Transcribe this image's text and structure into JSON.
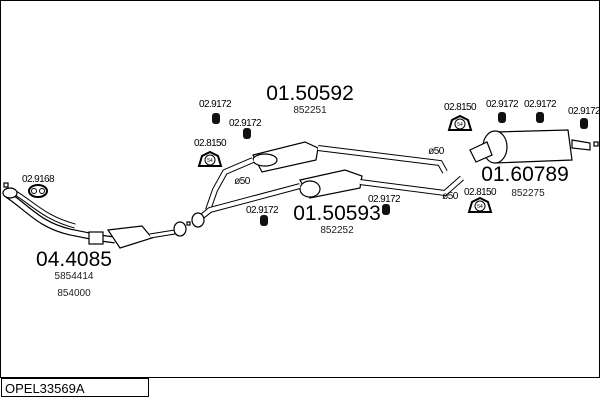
{
  "diagram_code": "OPEL33569A",
  "parts": {
    "front_pipe": {
      "number": "04.4085",
      "refs": [
        "5854414",
        "854000"
      ]
    },
    "center_silencer_upper": {
      "number": "01.50592",
      "ref": "852251"
    },
    "center_silencer_lower": {
      "number": "01.50593",
      "ref": "852252"
    },
    "rear_silencer": {
      "number": "01.60789",
      "ref": "852275"
    }
  },
  "fittings": [
    {
      "label": "02.9168",
      "type": "gasket"
    },
    {
      "label": "02.9172",
      "type": "clamp"
    },
    {
      "label": "02.9172",
      "type": "clamp"
    },
    {
      "label": "02.8150",
      "type": "hanger",
      "size": "54"
    },
    {
      "label": "02.8150",
      "type": "hanger",
      "size": "54"
    },
    {
      "label": "02.9172",
      "type": "clamp"
    },
    {
      "label": "02.9172",
      "type": "clamp"
    },
    {
      "label": "02.9172",
      "type": "clamp"
    },
    {
      "label": "02.8150",
      "type": "hanger",
      "size": "54"
    },
    {
      "label": "02.9172",
      "type": "clamp"
    },
    {
      "label": "02.9172",
      "type": "clamp"
    }
  ],
  "diameters": [
    "ø50",
    "ø50",
    "ø50"
  ]
}
